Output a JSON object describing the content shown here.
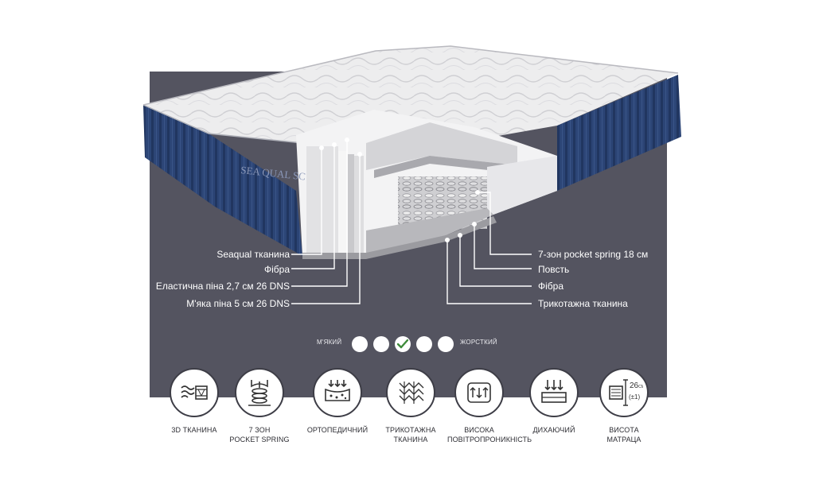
{
  "mattress": {
    "brand_text": "SEA QUAL SC"
  },
  "callouts": {
    "left": [
      "Seaqual тканина",
      "Фібра",
      "Еластична піна 2,7 см 26 DNS",
      "М'яка піна 5 см 26 DNS"
    ],
    "right": [
      "7-зон pocket spring 18 см",
      "Повсть",
      "Фібра",
      "Трикотажна тканина"
    ]
  },
  "firmness": {
    "soft_label": "М'ЯКИЙ",
    "hard_label": "ЖОРСТКИЙ",
    "levels": 5,
    "selected": 3
  },
  "features": [
    {
      "icon": "3d-fabric-icon",
      "line1": "3D ТКАНИНА",
      "line2": ""
    },
    {
      "icon": "pocket-spring-icon",
      "line1": "7 ЗОН",
      "line2": "POCKET SPRING"
    },
    {
      "icon": "orthopedic-icon",
      "line1": "ОРТОПЕДИЧНИЙ",
      "line2": ""
    },
    {
      "icon": "knit-fabric-icon",
      "line1": "ТРИКОТАЖНА",
      "line2": "ТКАНИНА"
    },
    {
      "icon": "breathability-icon",
      "line1": "ВИСОКА",
      "line2": "ПОВІТРОПРОНИКНІСТЬ"
    },
    {
      "icon": "breathable-icon",
      "line1": "ДИХАЮЧИЙ",
      "line2": ""
    },
    {
      "icon": "height-icon",
      "line1": "ВИСОТА",
      "line2": "МАТРАЦА",
      "badge_value": "26",
      "badge_unit": "CM",
      "badge_tolerance": "(±1)"
    }
  ],
  "colors": {
    "panel": "#545460",
    "navy": "#2c4576",
    "check": "#3e8b3a"
  }
}
